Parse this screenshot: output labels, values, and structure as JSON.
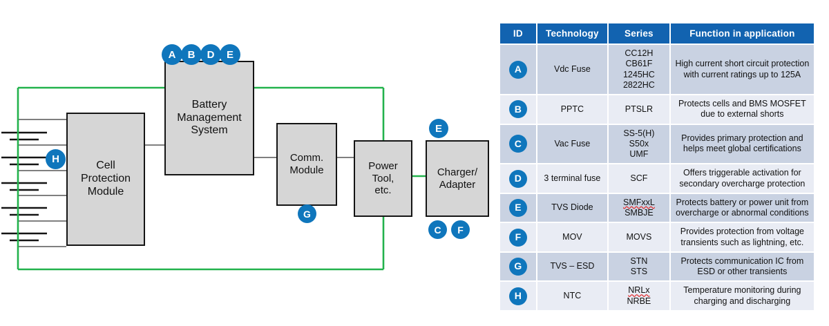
{
  "diagram": {
    "blocks": [
      {
        "name": "cell-protection-module",
        "label": "Cell Protection Module",
        "lines": [
          "Cell",
          "Protection",
          "Module"
        ]
      },
      {
        "name": "battery-management-system",
        "label": "Battery Management System",
        "lines": [
          "Battery",
          "Management",
          "System"
        ]
      },
      {
        "name": "comm-module",
        "label": "Comm. Module",
        "lines": [
          "Comm.",
          "Module"
        ]
      },
      {
        "name": "power-tool",
        "label": "Power Tool, etc.",
        "lines": [
          "Power",
          "Tool,",
          "etc."
        ]
      },
      {
        "name": "charger-adapter",
        "label": "Charger/Adapter",
        "lines": [
          "Charger/",
          "Adapter"
        ]
      }
    ],
    "badges": [
      {
        "id": "A",
        "at": "battery-management-system"
      },
      {
        "id": "B",
        "at": "battery-management-system"
      },
      {
        "id": "D",
        "at": "battery-management-system"
      },
      {
        "id": "E",
        "at": "battery-management-system"
      },
      {
        "id": "H",
        "at": "cell-protection-module"
      },
      {
        "id": "G",
        "at": "comm-module"
      },
      {
        "id": "E",
        "at": "charger-adapter"
      },
      {
        "id": "C",
        "at": "charger-adapter"
      },
      {
        "id": "F",
        "at": "charger-adapter"
      }
    ],
    "cell_count": 5,
    "colors": {
      "power_rail": "#22b24c",
      "signal_wire": "#555555",
      "block_fill": "#d6d6d6",
      "block_border": "#141414",
      "badge": "#0f76bc"
    }
  },
  "table": {
    "headers": {
      "id": "ID",
      "technology": "Technology",
      "series": "Series",
      "function": "Function in application"
    },
    "colors": {
      "header_bg": "#1263b0",
      "header_text": "#ffffff",
      "row_dark": "#c9d2e2",
      "row_light": "#e9ecf4",
      "badge": "#0f76bc"
    },
    "rows": [
      {
        "id": "A",
        "technology": "Vdc Fuse",
        "series": [
          "CC12H",
          "CB61F",
          "1245HC",
          "2822HC"
        ],
        "series_misspelled": [],
        "function": [
          "High current short circuit protection",
          "with current ratings up to 125A"
        ]
      },
      {
        "id": "B",
        "technology": "PPTC",
        "series": [
          "PTSLR"
        ],
        "series_misspelled": [],
        "function": [
          "Protects cells and BMS MOSFET",
          "due to external shorts"
        ]
      },
      {
        "id": "C",
        "technology": "Vac Fuse",
        "series": [
          "SS-5(H)",
          "S50x",
          "UMF"
        ],
        "series_misspelled": [],
        "function": [
          "Provides primary protection and",
          "helps meet global certifications"
        ]
      },
      {
        "id": "D",
        "technology": "3 terminal fuse",
        "series": [
          "SCF"
        ],
        "series_misspelled": [],
        "function": [
          "Offers triggerable activation for",
          "secondary overcharge protection"
        ]
      },
      {
        "id": "E",
        "technology": "TVS Diode",
        "series": [
          "SMFxxL",
          "SMBJE"
        ],
        "series_misspelled": [
          "SMFxxL"
        ],
        "function": [
          "Protects battery or power unit from",
          "overcharge or abnormal conditions"
        ]
      },
      {
        "id": "F",
        "technology": "MOV",
        "series": [
          "MOVS"
        ],
        "series_misspelled": [],
        "function": [
          "Provides protection from voltage",
          "transients such as lightning, etc."
        ]
      },
      {
        "id": "G",
        "technology": "TVS – ESD",
        "series": [
          "STN",
          "STS"
        ],
        "series_misspelled": [],
        "function": [
          "Protects communication IC from",
          "ESD or other transients"
        ]
      },
      {
        "id": "H",
        "technology": "NTC",
        "series": [
          "NRLx",
          "NRBE"
        ],
        "series_misspelled": [
          "NRLx"
        ],
        "function": [
          "Temperature monitoring during",
          "charging and discharging"
        ]
      }
    ]
  }
}
